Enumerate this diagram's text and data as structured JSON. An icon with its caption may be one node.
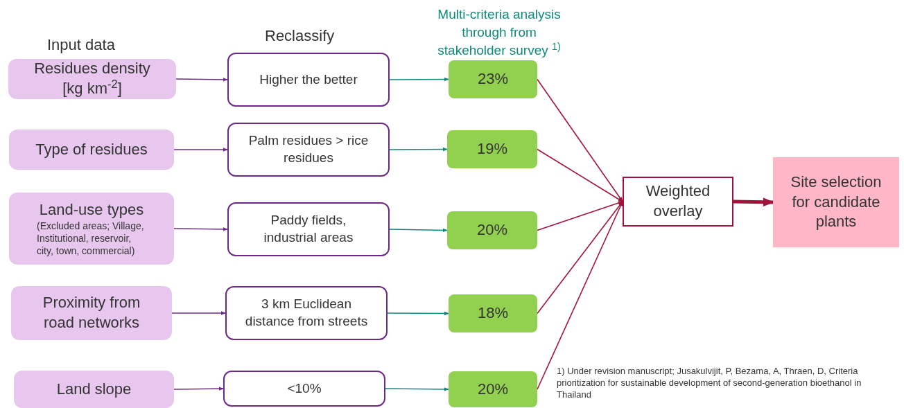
{
  "diagram": {
    "nodes": [
      {
        "text": [
          "Residues density [kg km$^{-2}$]"
        ]
      },
      {
        "text": [
          "Type of residues"
        ]
      },
      {
        "text": [
          "Land-use types",
          "(Excluded areas; Village, Institutional, reservoir, city, town, commercial)"
        ]
      },
      {
        "text": [
          "Proximity from road networks"
        ]
      },
      {
        "text": [
          "Land slope"
        ]
      },
      {
        "text": [
          "Higher the better"
        ]
      },
      {
        "text": [
          "Palm residues > rice residues"
        ]
      },
      {
        "text": [
          "Paddy fields, industrial areas"
        ]
      },
      {
        "text": [
          "3 km Euclidean distance from streets"
        ]
      },
      {
        "text": [
          "<10%"
        ]
      },
      {
        "text": [
          "23%"
        ]
      },
      {
        "text": [
          "19%"
        ]
      },
      {
        "text": [
          "20%"
        ]
      },
      {
        "text": [
          "18%"
        ]
      },
      {
        "text": [
          "20%"
        ]
      },
      {
        "text": [
          "Weighted overlay"
        ]
      },
      {
        "text": [
          "Site selection for candidate plants"
        ]
      }
    ],
    "edges": [
      {
        "from": 0,
        "to": 5,
        "arrow": "to",
        "color": "#6b2a86"
      },
      {
        "from": 1,
        "to": 6,
        "arrow": "to",
        "color": "#6b2a86"
      },
      {
        "from": 2,
        "to": 7,
        "arrow": "to",
        "color": "#6b2a86"
      },
      {
        "from": 3,
        "to": 8,
        "arrow": "to",
        "color": "#6b2a86"
      },
      {
        "from": 4,
        "to": 9,
        "arrow": "to",
        "color": "#6b2a86"
      },
      {
        "from": 5,
        "to": 10,
        "arrow": "to",
        "color": "#0e8a7a"
      },
      {
        "from": 6,
        "to": 11,
        "arrow": "to",
        "color": "#0e8a7a"
      },
      {
        "from": 7,
        "to": 12,
        "arrow": "to",
        "color": "#0e8a7a"
      },
      {
        "from": 8,
        "to": 13,
        "arrow": "to",
        "color": "#0e8a7a"
      },
      {
        "from": 9,
        "to": 14,
        "arrow": "to",
        "color": "#0e8a7a"
      },
      {
        "from": 10,
        "to": 15,
        "arrow": "to",
        "color": "#a3123a"
      },
      {
        "from": 11,
        "to": 15,
        "arrow": "to",
        "color": "#a3123a"
      },
      {
        "from": 12,
        "to": 15,
        "arrow": "to",
        "color": "#a3123a"
      },
      {
        "from": 13,
        "to": 15,
        "arrow": "to",
        "color": "#a3123a"
      },
      {
        "from": 14,
        "to": 15,
        "arrow": "to",
        "color": "#a3123a"
      },
      {
        "from": 15,
        "to": 16,
        "arrow": "to",
        "style": "thick",
        "color": "#a3123a"
      }
    ],
    "labels": [
      "Input data",
      "Reclassify",
      "Multi-criteria analysis through from stakeholder survey $^{1)}$",
      "1) Under revision manuscript; Jusakulvijit, P, Bezama, A, Thraen, D, Criteria prioritization for sustainable development of second-generation bioethanol in Thailand"
    ]
  }
}
